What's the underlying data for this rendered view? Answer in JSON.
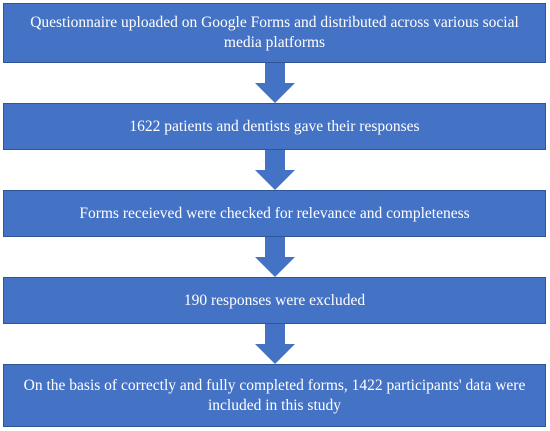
{
  "flowchart": {
    "steps": [
      {
        "text": "Questionnaire uploaded on Google Forms and distributed across various social media platforms"
      },
      {
        "text": "1622 patients and dentists gave their responses"
      },
      {
        "text": "Forms receieved were checked for relevance and completeness"
      },
      {
        "text": "190 responses were excluded"
      },
      {
        "text": "On the basis of correctly and fully completed forms, 1422 participants' data were included in this study"
      }
    ]
  },
  "colors": {
    "box_fill": "#4472c4",
    "box_border": "#2f5597",
    "text": "#ffffff"
  },
  "icons": {
    "connector": "down-arrow-icon"
  }
}
